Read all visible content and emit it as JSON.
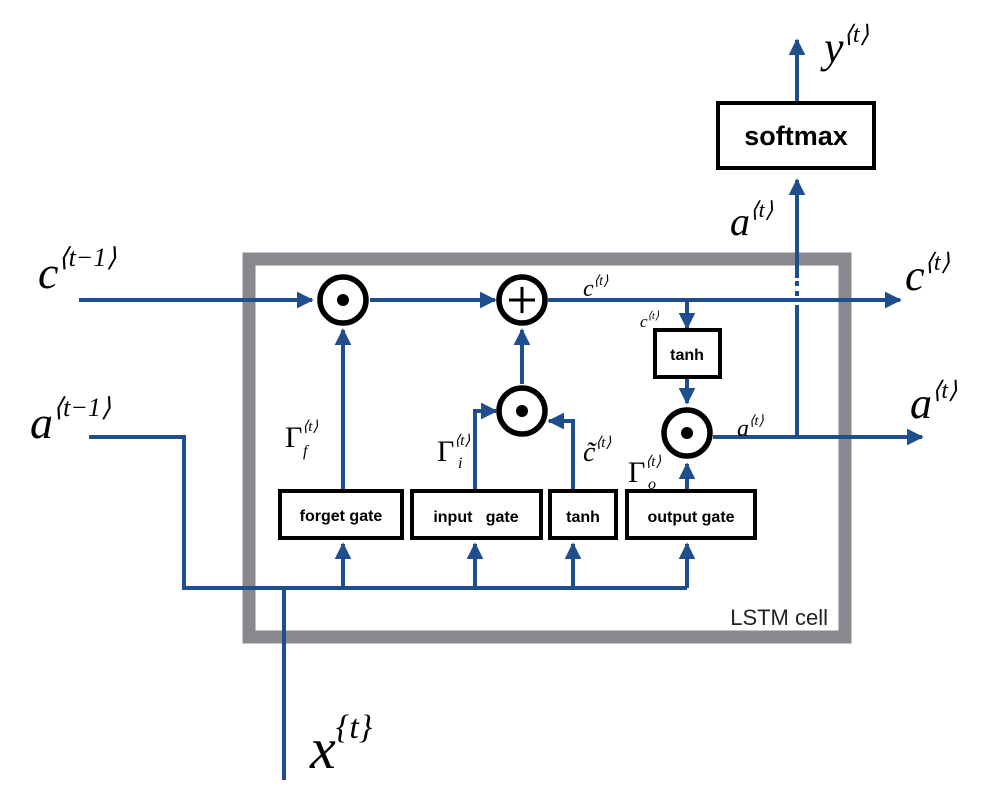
{
  "diagram": {
    "title": "LSTM cell",
    "cell_label": "LSTM cell",
    "colors": {
      "wire": "#1f4e8c",
      "cell_border": "#88898e",
      "box_border": "#000000"
    },
    "inputs": {
      "prev_cell": {
        "base": "c",
        "sup": "⟨t−1⟩"
      },
      "prev_activation": {
        "base": "a",
        "sup": "⟨t−1⟩"
      },
      "x": {
        "base": "x",
        "sup": "{t}"
      }
    },
    "outputs": {
      "cell": {
        "base": "c",
        "sup": "⟨t⟩"
      },
      "activation": {
        "base": "a",
        "sup": "⟨t⟩"
      },
      "y": {
        "base": "y",
        "sup": "⟨t⟩"
      },
      "a_to_softmax": {
        "base": "a",
        "sup": "⟨t⟩"
      }
    },
    "boxes": {
      "forget_gate": "forget gate",
      "input_gate": "input   gate",
      "tanh_candidate": "tanh",
      "output_gate": "output gate",
      "tanh_cell": "tanh",
      "softmax": "softmax"
    },
    "operators": {
      "forget_multiply": "⊙",
      "input_multiply": "⊙",
      "add": "+",
      "output_multiply": "⊙"
    },
    "internal_labels": {
      "gamma_f": {
        "base": "Γ",
        "sub": "f",
        "sup": "⟨t⟩"
      },
      "gamma_i": {
        "base": "Γ",
        "sub": "i",
        "sup": "⟨t⟩"
      },
      "c_tilde": {
        "base": "c̃",
        "sup": "⟨t⟩"
      },
      "gamma_o": {
        "base": "Γ",
        "sub": "o",
        "sup": "⟨t⟩"
      },
      "c_after_add": {
        "base": "c",
        "sup": "⟨t⟩"
      },
      "c_to_tanh": {
        "base": "c",
        "sup": "⟨t⟩"
      },
      "a_internal": {
        "base": "a",
        "sup": "⟨t⟩"
      }
    }
  }
}
